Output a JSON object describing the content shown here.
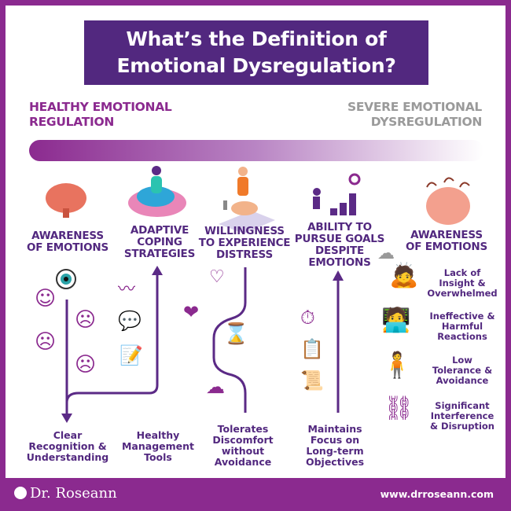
{
  "title": {
    "line1": "What’s the Definition of",
    "line2": "Emotional Dysregulation?"
  },
  "scale": {
    "left_label_line1": "HEALTHY EMOTIONAL",
    "left_label_line2": "REGULATION",
    "right_label_line1": "SEVERE EMOTIONAL",
    "right_label_line2": "DYSREGULATION"
  },
  "columns": [
    {
      "heading": [
        "AWARENESS",
        "OF EMOTIONS"
      ],
      "outcome": [
        "Clear",
        "Recognition &",
        "Understanding"
      ]
    },
    {
      "heading": [
        "ADAPTIVE",
        "COPING",
        "STRATEGIES"
      ],
      "outcome": [
        "Healthy",
        "Management",
        "Tools"
      ]
    },
    {
      "heading": [
        "WILLINGNESS",
        "TO EXPERIENCE",
        "DISTRESS"
      ],
      "outcome": [
        "Tolerates",
        "Discomfort",
        "without",
        "Avoidance"
      ]
    },
    {
      "heading": [
        "ABILITY TO",
        "PURSUE GOALS",
        "DESPITE",
        "EMOTIONS"
      ],
      "outcome": [
        "Maintains",
        "Focus on",
        "Long-term",
        "Objectives"
      ]
    }
  ],
  "severe": {
    "heading": [
      "AWARENESS",
      "OF EMOTIONS"
    ],
    "items": [
      [
        "Lack of",
        "Insight &",
        "Overwhelmed"
      ],
      [
        "Ineffective &",
        "Harmful",
        "Reactions"
      ],
      [
        "Low",
        "Tolerance &",
        "Avoidance"
      ],
      [
        "Significant",
        "Interference",
        "& Disruption"
      ]
    ]
  },
  "footer": {
    "brand": "Dr. Roseann",
    "url": "www.drroseann.com"
  },
  "colors": {
    "border": "#8b2a8f",
    "title_bg": "#52287f",
    "text_dark": "#52287f",
    "severe_gray": "#9a9a9a"
  }
}
